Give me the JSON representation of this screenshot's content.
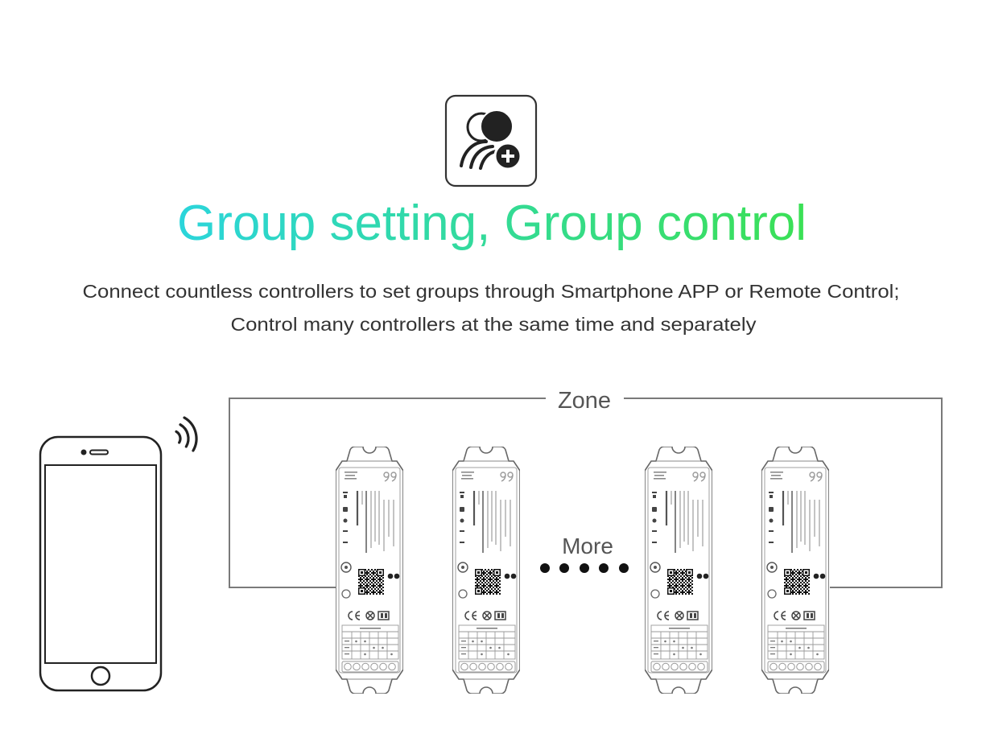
{
  "header": {
    "icon": "group-add-icon",
    "title": "Group setting, Group control",
    "title_gradient_start": "#2bd5db",
    "title_gradient_end": "#3be055"
  },
  "description": {
    "line1": "Connect countless controllers to set groups through Smartphone APP or Remote Control;",
    "line2": "Control many controllers at the same time and separately"
  },
  "diagram": {
    "zone_label": "Zone",
    "more_label": "More",
    "phone_icon": "smartphone-icon",
    "signal_icon": "wireless-signal-icon",
    "controller_icon": "led-controller-icon",
    "line_color": "#7a7a7a"
  }
}
